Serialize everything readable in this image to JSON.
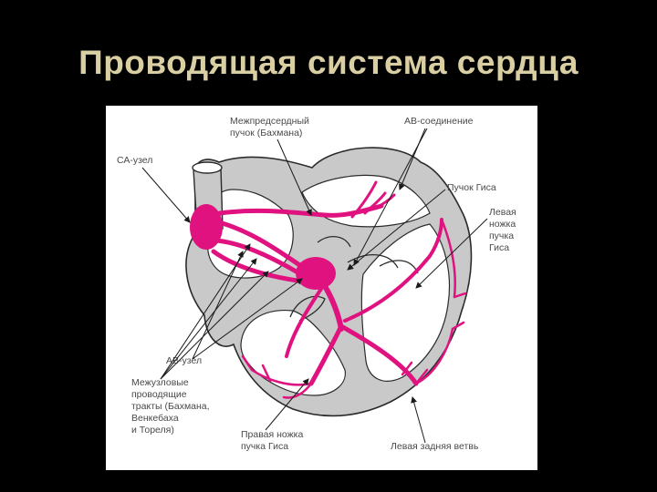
{
  "title": "Проводящая система сердца",
  "labels": {
    "interatrial_bundle": [
      "Межпредсердный",
      "пучок (Бахмана)"
    ],
    "av_junction": "АВ-соединение",
    "sa_node": "СА-узел",
    "his_bundle": "Пучок Гиса",
    "left_bundle_branch": [
      "Левая",
      "ножка",
      "пучка",
      "Гиса"
    ],
    "av_node": "АВ-узел",
    "internodal_tracts": [
      "Межузловые",
      "проводящие",
      "тракты (Бахмана,",
      "Венкебаха",
      "и Тореля)"
    ],
    "right_bundle_branch": [
      "Правая ножка",
      "пучка Гиса"
    ],
    "left_posterior_fascicle": "Левая задняя ветвь"
  },
  "colors": {
    "background": "#000000",
    "title": "#d9cfa3",
    "conduction": "#e0127f",
    "myocardium": "#c9c9c9",
    "outline": "#2b2b2b"
  }
}
